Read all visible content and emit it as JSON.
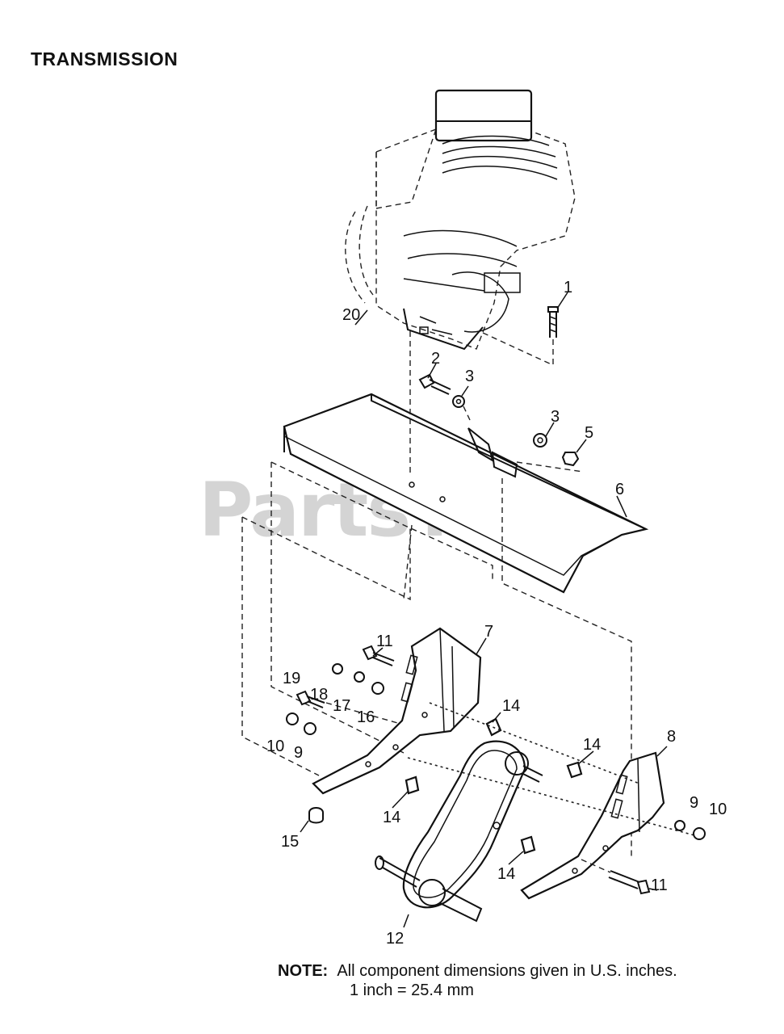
{
  "title": "TRANSMISSION",
  "watermark": "PartsTree",
  "note": {
    "lead": "NOTE:",
    "line1": "All component dimensions given in U.S. inches.",
    "line2": "1 inch = 25.4 mm"
  },
  "callouts": {
    "c1": "1",
    "c2": "2",
    "c3a": "3",
    "c3b": "3",
    "c5": "5",
    "c6": "6",
    "c7": "7",
    "c8": "8",
    "c9a": "9",
    "c9b": "9",
    "c10a": "10",
    "c10b": "10",
    "c11a": "11",
    "c11b": "11",
    "c12": "12",
    "c14a": "14",
    "c14b": "14",
    "c14c": "14",
    "c14d": "14",
    "c15": "15",
    "c16": "16",
    "c17": "17",
    "c18": "18",
    "c19": "19",
    "c20": "20"
  }
}
